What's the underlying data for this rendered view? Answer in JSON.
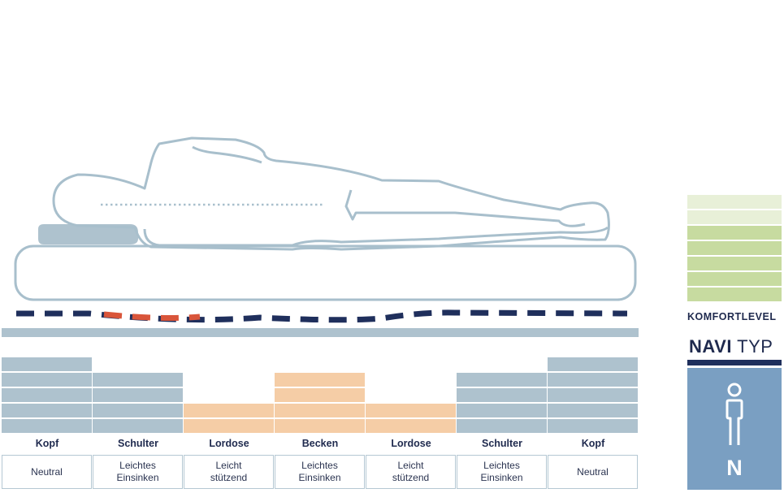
{
  "zones": [
    {
      "name": "Kopf",
      "state_line1": "Neutral",
      "state_line2": "",
      "level": 5,
      "tone": "blue"
    },
    {
      "name": "Schulter",
      "state_line1": "Leichtes",
      "state_line2": "Einsinken",
      "level": 4,
      "tone": "blue"
    },
    {
      "name": "Lordose",
      "state_line1": "Leicht",
      "state_line2": "stützend",
      "level": 2,
      "tone": "orange"
    },
    {
      "name": "Becken",
      "state_line1": "Leichtes",
      "state_line2": "Einsinken",
      "level": 4,
      "tone": "orange"
    },
    {
      "name": "Lordose",
      "state_line1": "Leicht",
      "state_line2": "stützend",
      "level": 2,
      "tone": "orange"
    },
    {
      "name": "Schulter",
      "state_line1": "Leichtes",
      "state_line2": "Einsinken",
      "level": 4,
      "tone": "blue"
    },
    {
      "name": "Kopf",
      "state_line1": "Neutral",
      "state_line2": "",
      "level": 5,
      "tone": "blue"
    }
  ],
  "comfort": {
    "label": "KOMFORTLEVEL",
    "total_levels": 7,
    "filled_levels": 5
  },
  "navi": {
    "word1": "NAVI",
    "word2": "TYP",
    "letter": "N"
  },
  "colors": {
    "navy": "#1f2f5c",
    "accent_red": "#d9553a",
    "zone_blue": "#aec2ce",
    "zone_orange": "#f5cda6",
    "comfort_filled": "#c7dba0",
    "comfort_empty": "#e8f0d8",
    "outline": "#a8bfcc",
    "navi_box": "#7a9fc2"
  }
}
